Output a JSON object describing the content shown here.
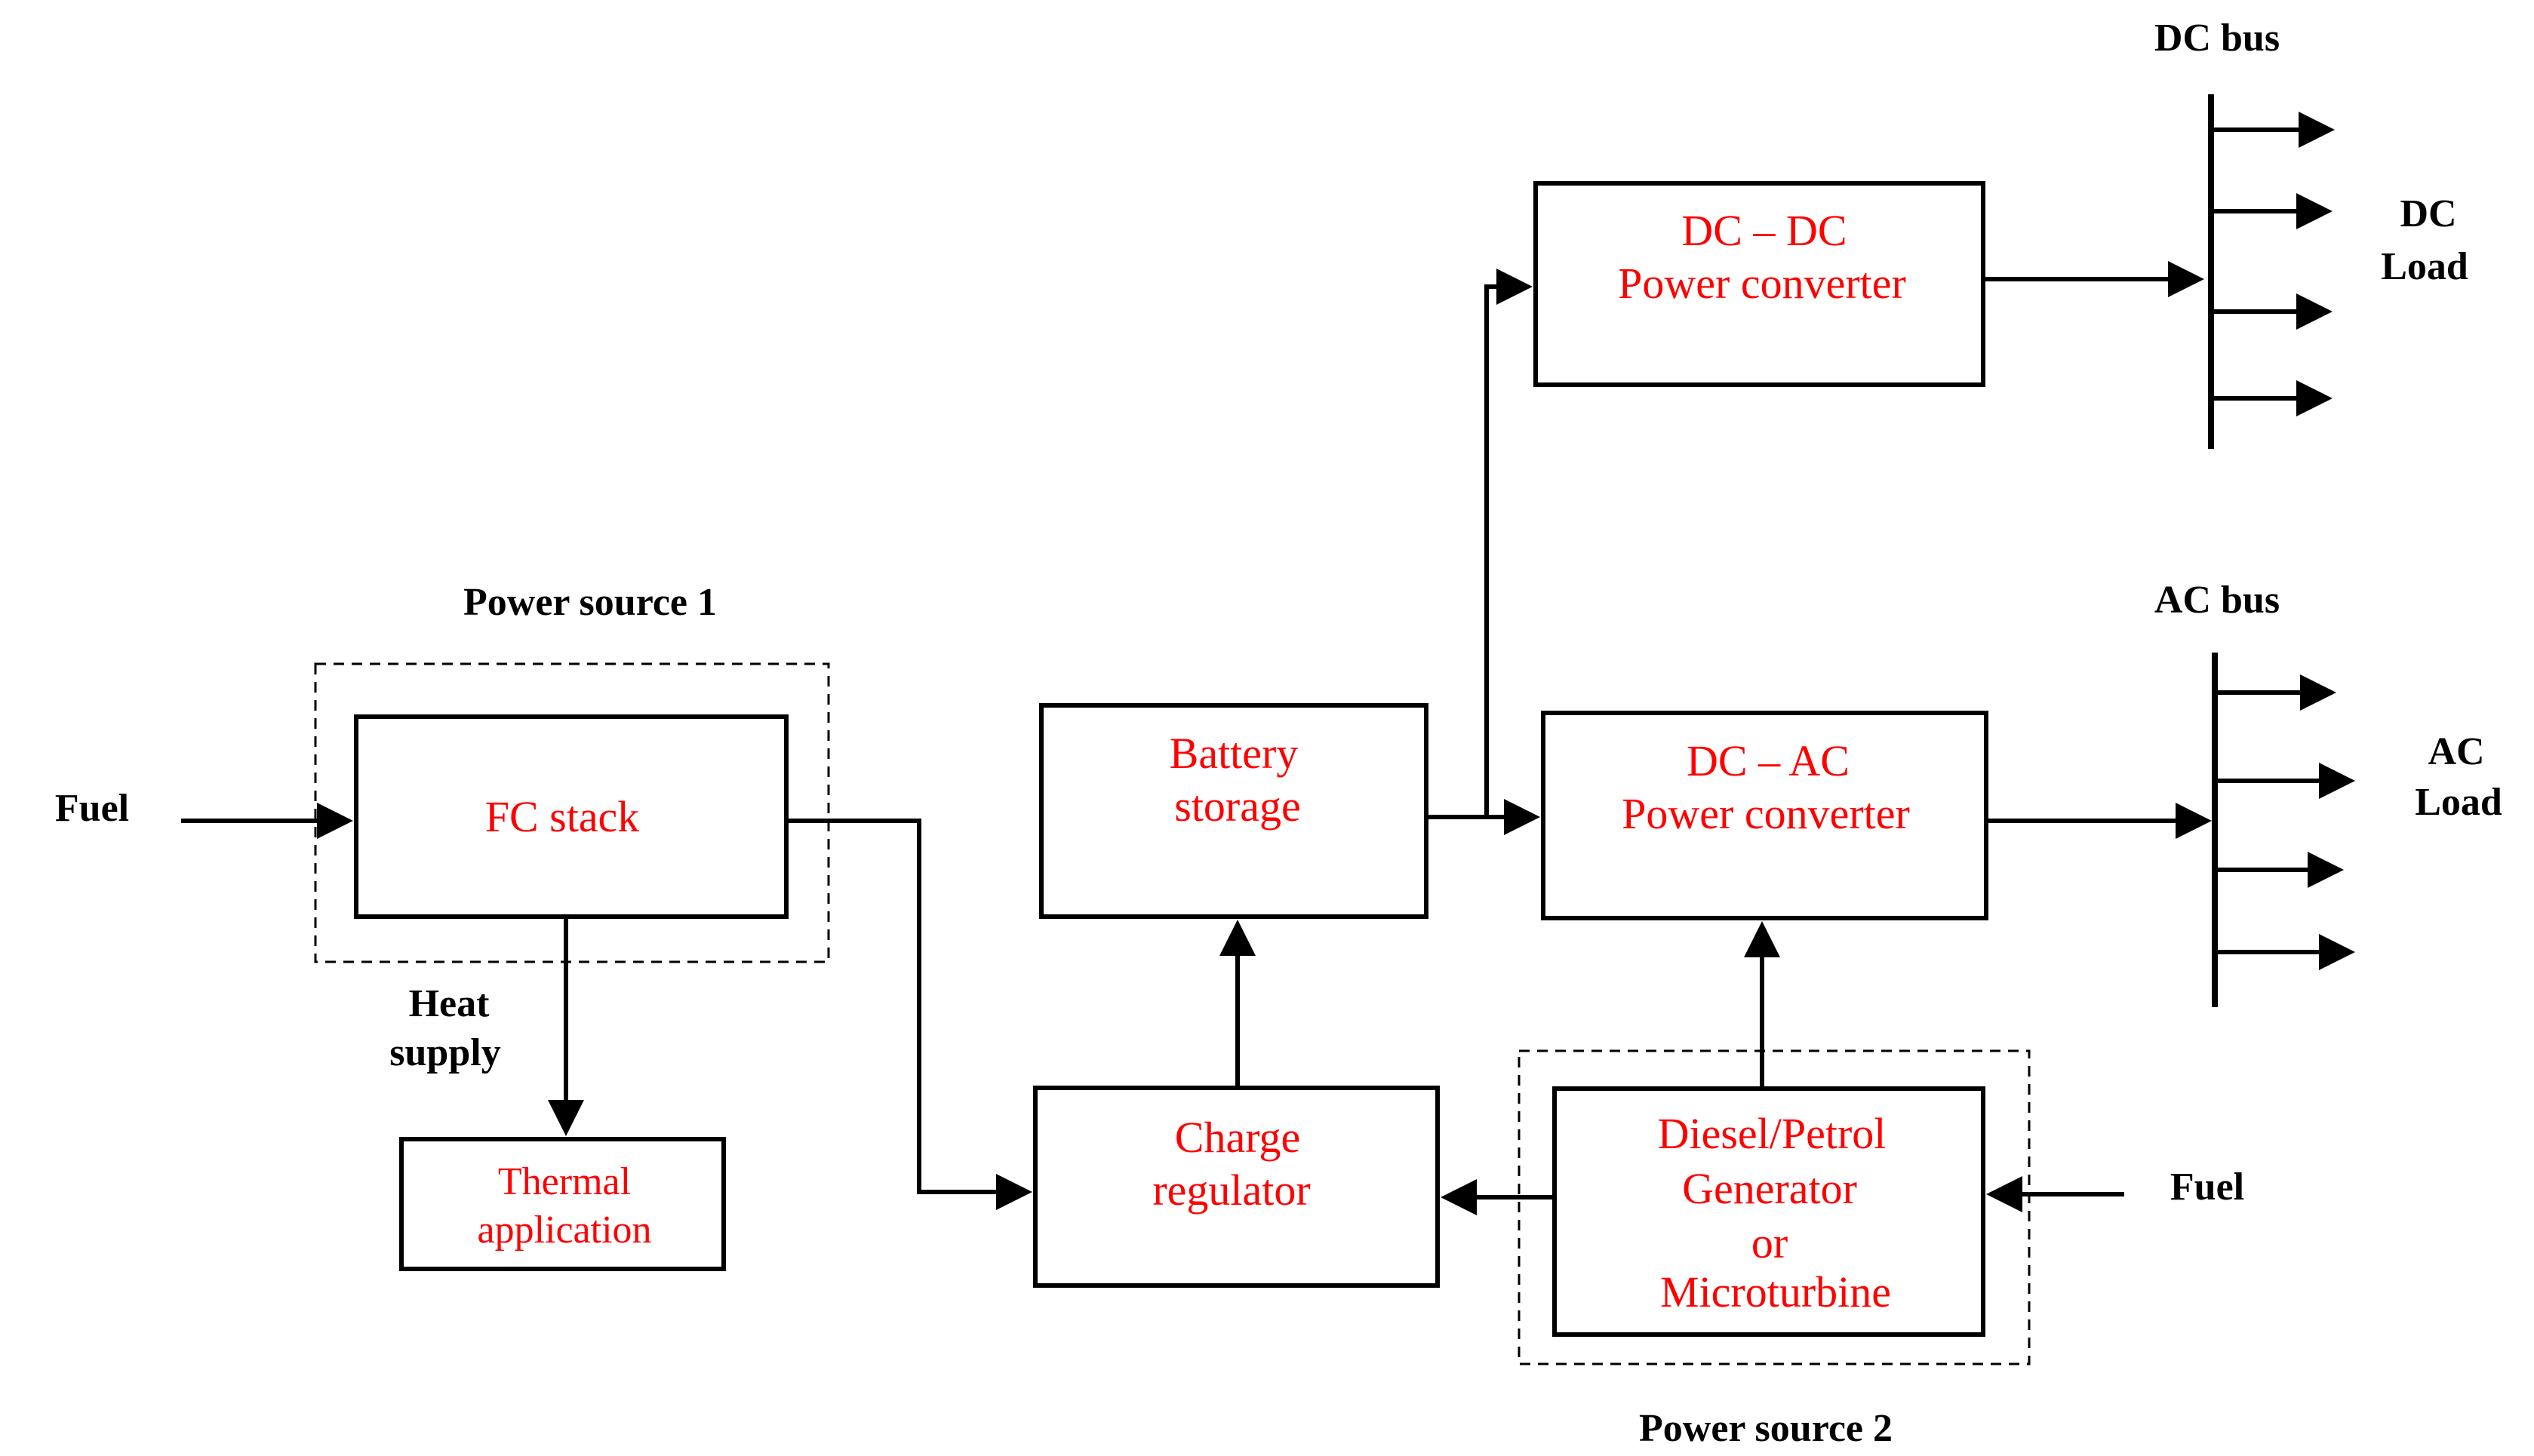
{
  "blocks": {
    "fc_stack": "FC stack",
    "thermal_line1": "Thermal",
    "thermal_line2": "application",
    "battery_line1": "Battery",
    "battery_line2": "storage",
    "charge_line1": "Charge",
    "charge_line2": "regulator",
    "dcdc_line1": "DC – DC",
    "dcdc_line2": "Power converter",
    "dcac_line1": "DC – AC",
    "dcac_line2": "Power converter",
    "gen_line1": "Diesel/Petrol",
    "gen_line2": "Generator",
    "gen_line3": "or",
    "gen_line4": "Microturbine"
  },
  "labels": {
    "fuel_left": "Fuel",
    "fuel_right": "Fuel",
    "power_source_1": "Power source 1",
    "power_source_2": "Power source 2",
    "heat_line1": "Heat",
    "heat_line2": "supply",
    "dc_bus": "DC bus",
    "ac_bus": "AC bus",
    "dc_load_line1": "DC",
    "dc_load_line2": "Load",
    "ac_load_line1": "AC",
    "ac_load_line2": "Load"
  },
  "colors": {
    "block_text": "#ff0000",
    "label_text": "#000000",
    "line": "#000000"
  }
}
